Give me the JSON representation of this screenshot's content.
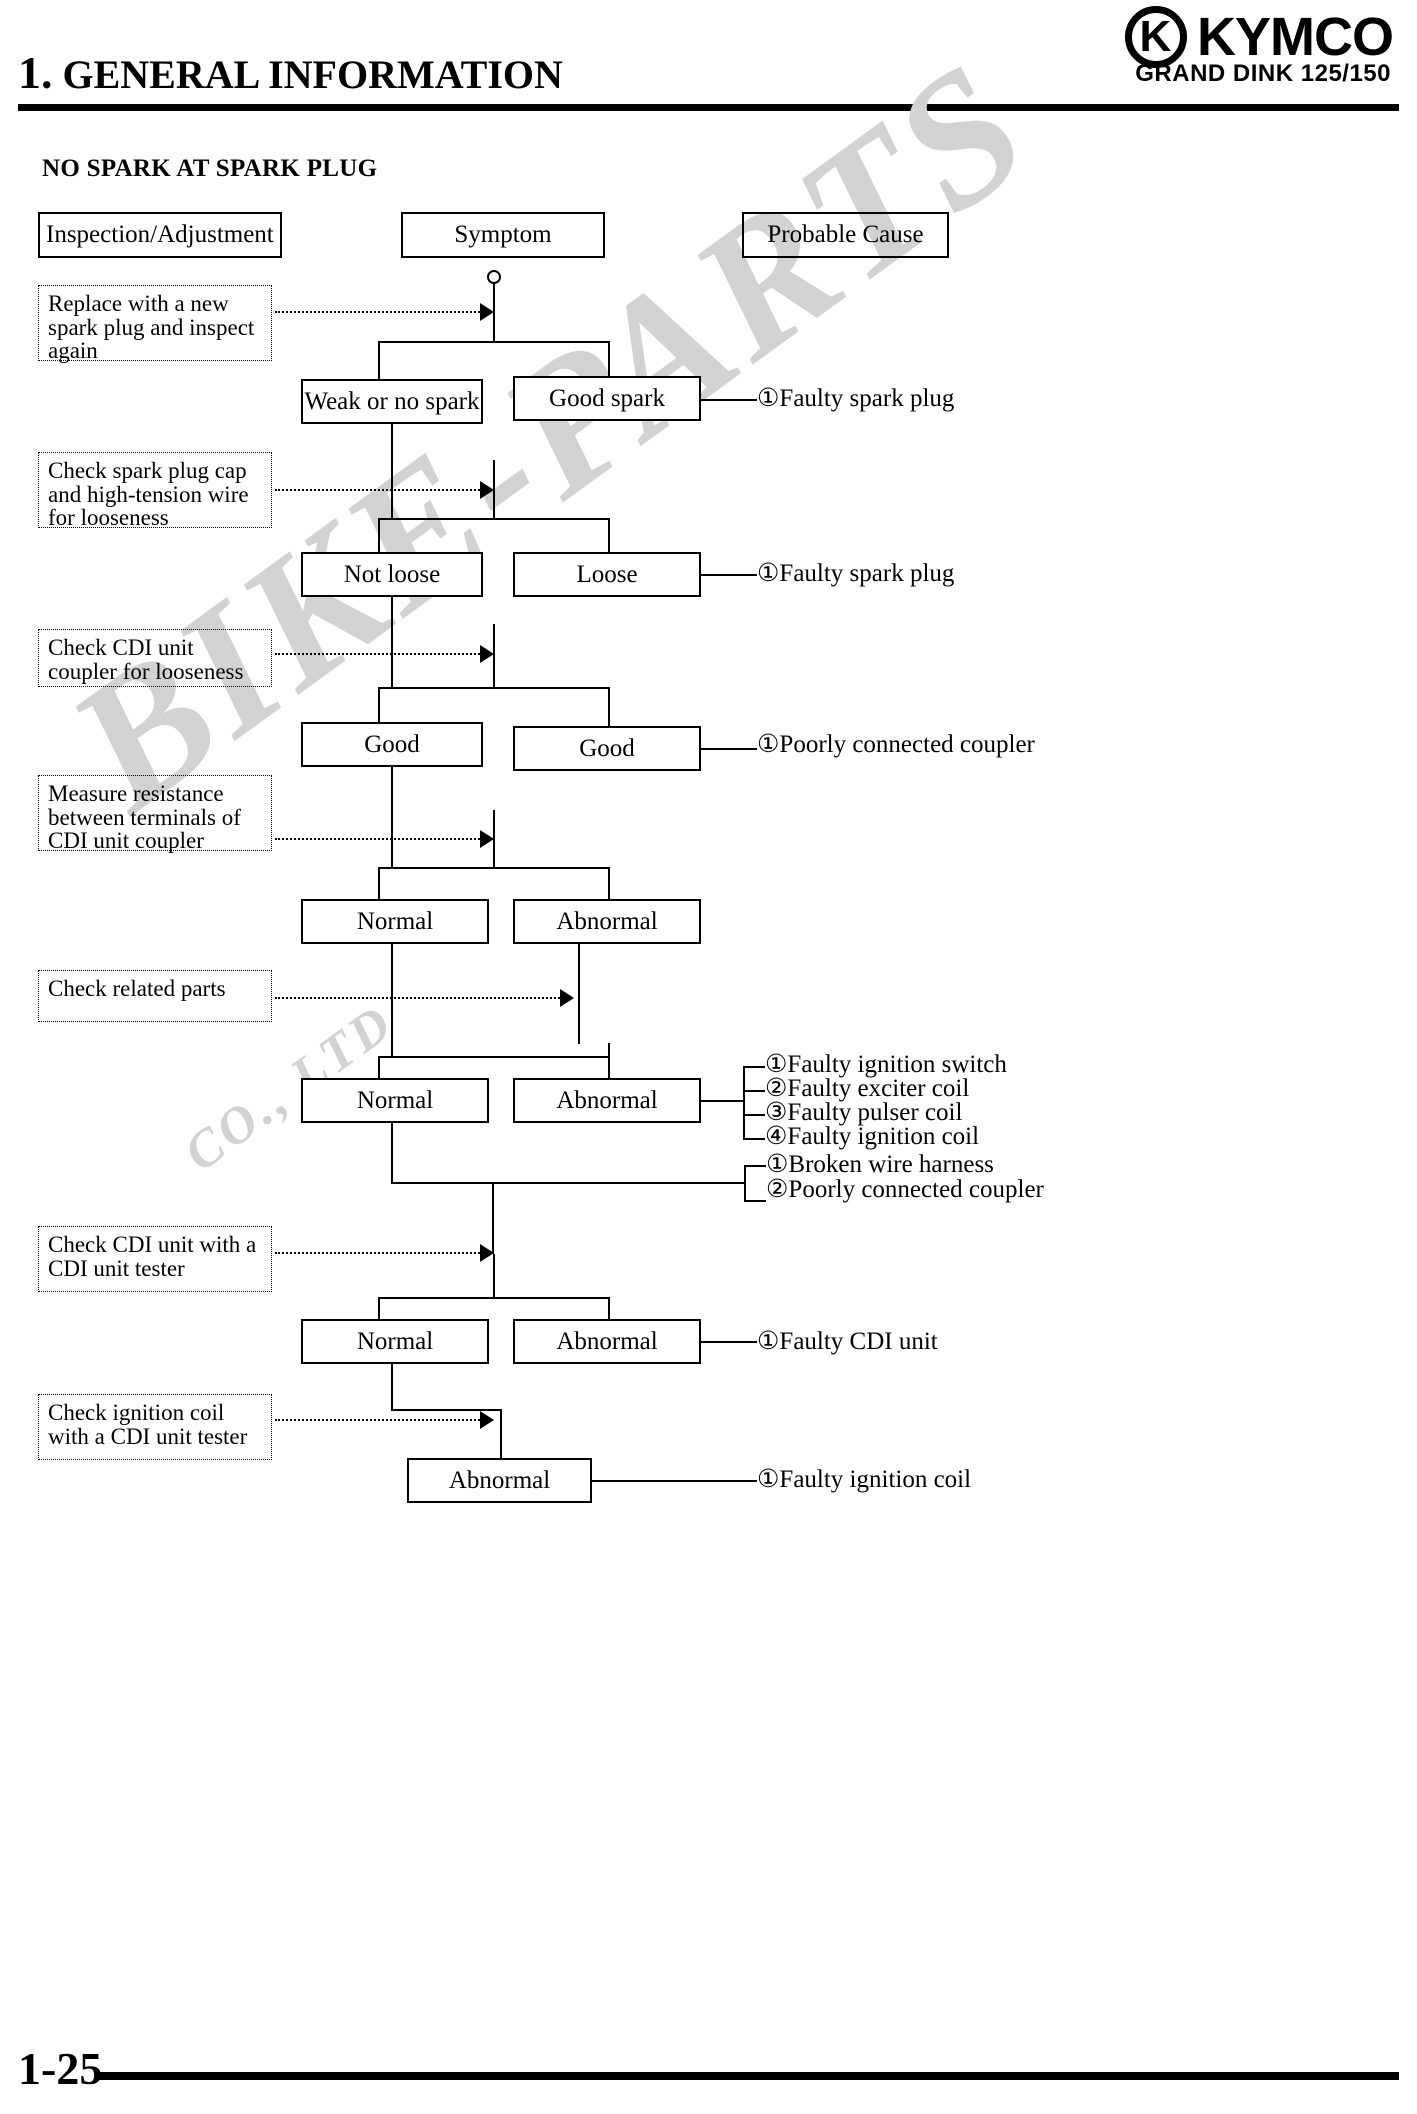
{
  "header": {
    "chapter_number": "1.",
    "chapter_title": "GENERAL INFORMATION",
    "brand": "KYMCO",
    "model": "GRAND DINK 125/150"
  },
  "section_title": "NO SPARK AT SPARK PLUG",
  "watermark": {
    "main": "BIKE-PARTS",
    "sub": "CO., LTD"
  },
  "columns": {
    "inspection": "Inspection/Adjustment",
    "symptom": "Symptom",
    "cause": "Probable Cause"
  },
  "instructions": [
    {
      "id": "replace-plug",
      "text": "Replace with a new spark plug and inspect again"
    },
    {
      "id": "check-plug-cap",
      "text": "Check spark plug cap and high-tension wire for looseness"
    },
    {
      "id": "check-coupler",
      "text": "Check CDI unit coupler for looseness"
    },
    {
      "id": "measure-resistance",
      "text": "Measure resistance between terminals of CDI unit coupler"
    },
    {
      "id": "check-related",
      "text": "Check related parts"
    },
    {
      "id": "check-cdi",
      "text": "Check CDI unit with a CDI unit tester"
    },
    {
      "id": "check-ign-coil",
      "text": "Check ignition coil with a CDI unit tester"
    }
  ],
  "symptoms": [
    {
      "id": "weak-or-no-spark",
      "text": "Weak or no spark"
    },
    {
      "id": "good-spark",
      "text": "Good spark"
    },
    {
      "id": "not-loose",
      "text": "Not loose"
    },
    {
      "id": "loose",
      "text": "Loose"
    },
    {
      "id": "good-left",
      "text": "Good"
    },
    {
      "id": "good-right",
      "text": "Good"
    },
    {
      "id": "normal-1",
      "text": "Normal"
    },
    {
      "id": "abnormal-1",
      "text": "Abnormal"
    },
    {
      "id": "normal-2",
      "text": "Normal"
    },
    {
      "id": "abnormal-2",
      "text": "Abnormal"
    },
    {
      "id": "normal-3",
      "text": "Normal"
    },
    {
      "id": "abnormal-3",
      "text": "Abnormal"
    },
    {
      "id": "abnormal-4",
      "text": "Abnormal"
    }
  ],
  "causes": {
    "faulty_spark_plug_1": "①Faulty spark plug",
    "faulty_spark_plug_2": "①Faulty spark plug",
    "poorly_connected_coupler": "①Poorly connected coupler",
    "group_coils": [
      "①Faulty ignition switch",
      "②Faulty exciter coil",
      "③Faulty pulser coil",
      "④Faulty ignition coil"
    ],
    "group_harness": [
      "①Broken wire harness",
      "②Poorly connected coupler"
    ],
    "faulty_cdi_unit": "①Faulty CDI unit",
    "faulty_ignition_coil": "①Faulty ignition coil"
  },
  "page_number": "1-25"
}
